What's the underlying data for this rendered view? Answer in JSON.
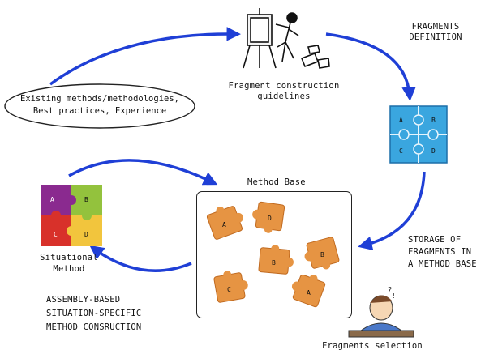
{
  "source_box": {
    "lines": [
      "Existing methods/methodologies,",
      "Best practices, Experience"
    ]
  },
  "guidelines": {
    "lines": [
      "Fragment construction",
      "guidelines"
    ]
  },
  "fragments_definition": {
    "lines": [
      "FRAGMENTS",
      "DEFINITION"
    ]
  },
  "storage": {
    "lines": [
      "STORAGE OF",
      "FRAGMENTS IN",
      "A METHOD BASE"
    ]
  },
  "method_base": {
    "title": "Method Base",
    "pieces": [
      "A",
      "D",
      "B",
      "B",
      "C",
      "A"
    ]
  },
  "fragments_selection": {
    "label": "Fragments selection"
  },
  "situational": {
    "lines": [
      "Situational",
      "Method"
    ],
    "puzzle_letters": [
      "A",
      "B",
      "C",
      "D"
    ]
  },
  "assembly": {
    "lines": [
      "ASSEMBLY-BASED",
      "SITUATION-SPECIFIC",
      "METHOD CONSRUCTION"
    ]
  },
  "blue_puzzle": {
    "letters": [
      "A",
      "B",
      "C",
      "D"
    ]
  },
  "colors": {
    "arrow": "#1f3fd6",
    "piece_orange": "#e69443",
    "blue_puzzle": "#3aa6df",
    "puzzle_purple": "#8a2a8f",
    "puzzle_green": "#93c23d",
    "puzzle_red": "#d8312a",
    "puzzle_yellow": "#f2c53d"
  }
}
